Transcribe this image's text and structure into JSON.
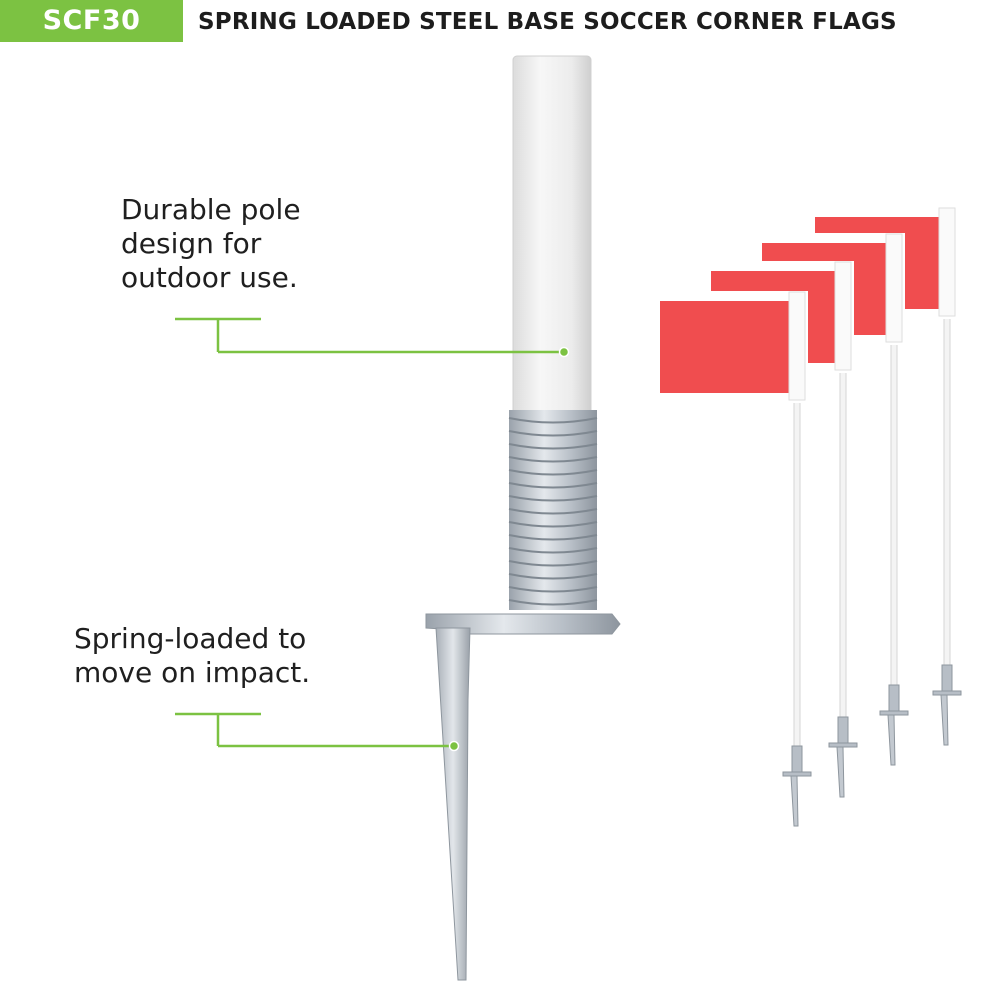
{
  "badge": {
    "label": "SCF30"
  },
  "title": "SPRING LOADED STEEL BASE SOCCER CORNER FLAGS",
  "callouts": [
    {
      "text": "Durable pole\ndesign for\noutdoor use."
    },
    {
      "text": "Spring-loaded to\nmove on impact."
    }
  ],
  "colors": {
    "accent": "#7cc242",
    "flag": "#f04d4f",
    "pole": "#f0f0f0",
    "steel": "#c7ccd2",
    "text": "#1d1d1d"
  },
  "product": {
    "flag_count": 4
  }
}
